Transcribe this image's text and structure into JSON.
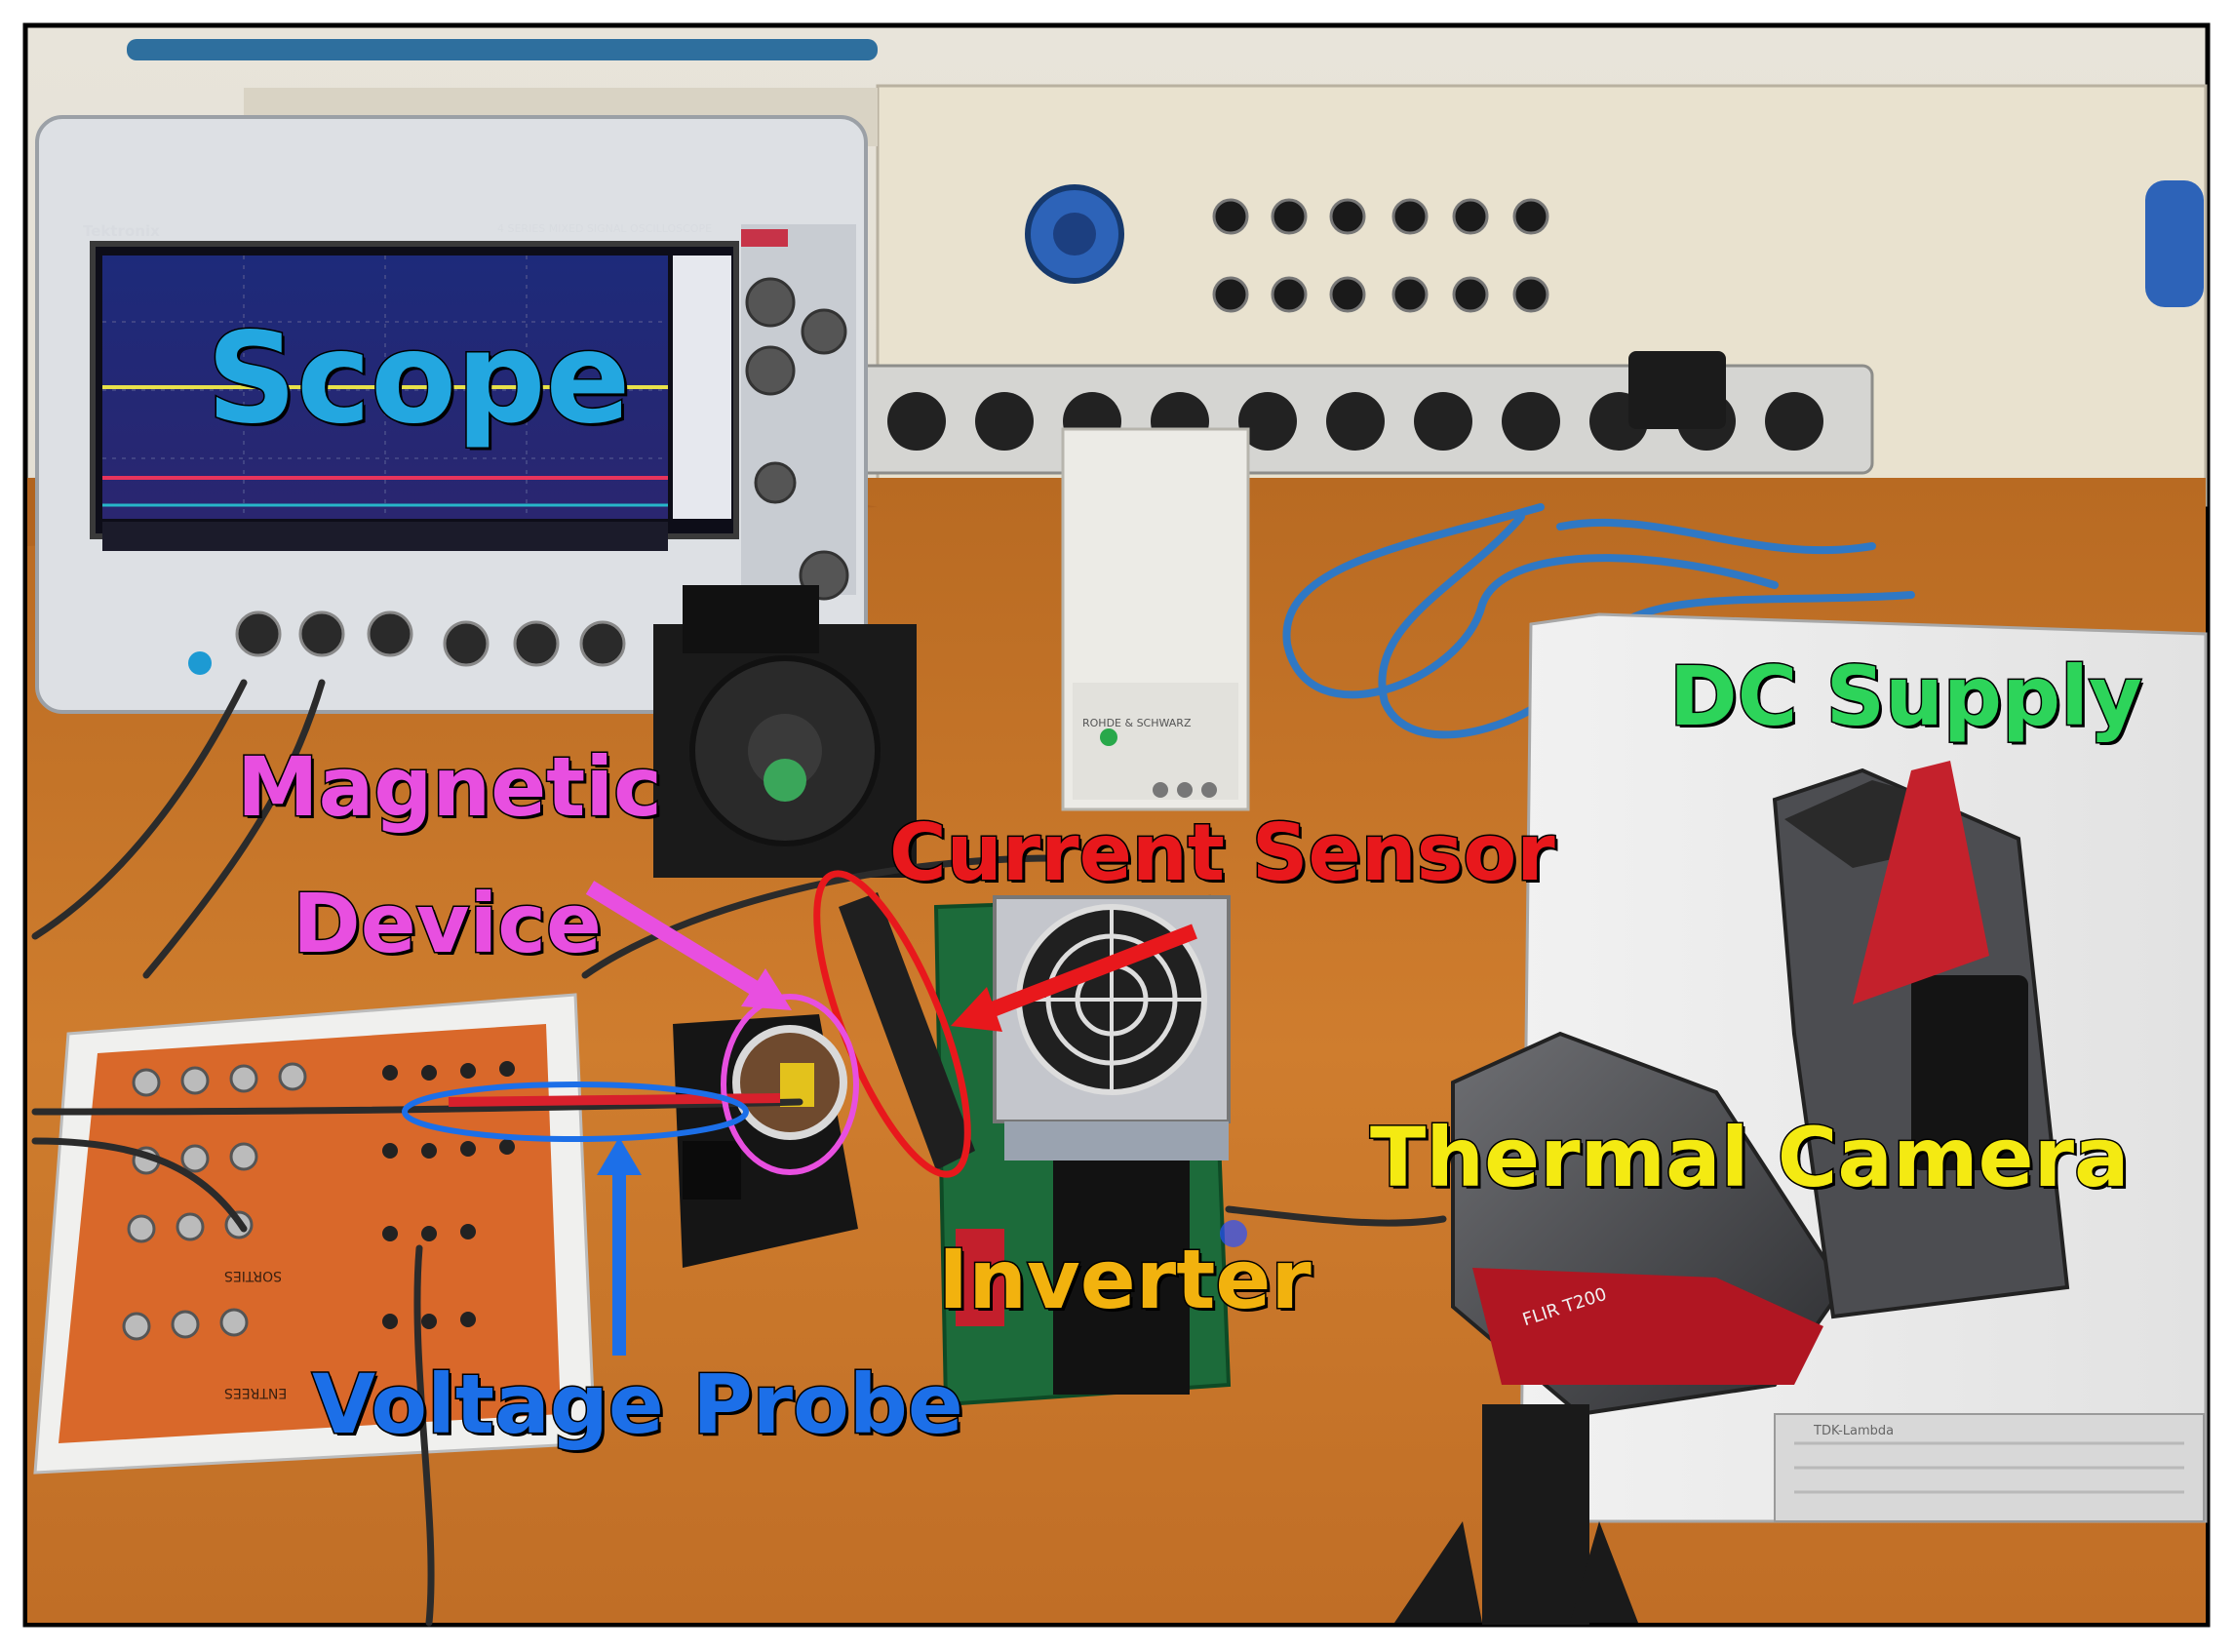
{
  "photo": {
    "visible_brand_text": {
      "scope_brand": "Tektronix",
      "scope_model": "4 SERIES   MIXED SIGNAL OSCILLOSCOPE",
      "camera_brand": "FLIR T200",
      "psu_brand": "ROHDE & SCHWARZ",
      "dc_supply_brand": "TDK-Lambda",
      "breakout_label": "SORTIES",
      "breakout_label_2": "ENTREES"
    }
  },
  "labels": {
    "scope": "Scope",
    "dc_supply": "DC Supply",
    "magnetic_device_line1": "Magnetic",
    "magnetic_device_line2": "Device",
    "current_sensor": "Current Sensor",
    "thermal_camera": "Thermal Camera",
    "inverter": "Inverter",
    "voltage_probe": "Voltage Probe"
  },
  "colors": {
    "scope": "#23a7e0",
    "dc_supply": "#2dd45a",
    "magnetic_device": "#e84fe0",
    "current_sensor": "#e8181c",
    "thermal_camera": "#f4ea12",
    "inverter": "#f2b20e",
    "voltage_probe": "#1c6fe8",
    "bench": "#c9782c",
    "frame": "#000000"
  }
}
